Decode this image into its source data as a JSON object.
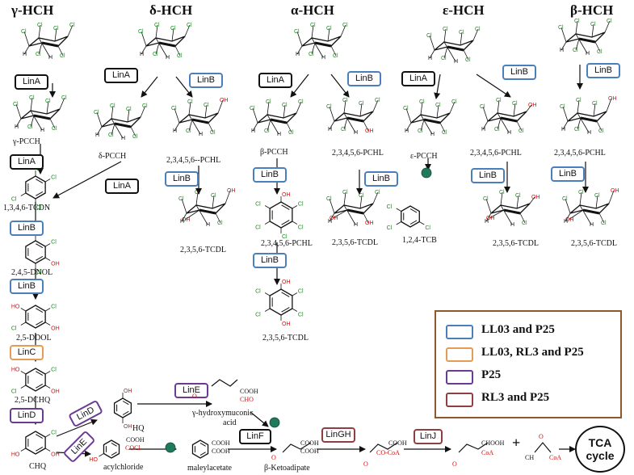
{
  "isomers": {
    "gamma": "γ-HCH",
    "delta": "δ-HCH",
    "alpha": "α-HCH",
    "epsilon": "ε-HCH",
    "beta": "β-HCH"
  },
  "enzymes": {
    "linA": "LinA",
    "linB": "LinB",
    "linC": "LinC",
    "linD": "LinD",
    "linE": "LinE",
    "linF": "LinF",
    "linGH": "LinGH",
    "linJ": "LinJ"
  },
  "compounds": {
    "gamma_pcch": "γ-PCCH",
    "delta_pcch": "δ-PCCH",
    "beta_pcch": "β-PCCH",
    "epsilon_pcch": "ε-PCCH",
    "tcdn": "1,3,4,6-TCDN",
    "dnol": "2,4,5-DNOL",
    "ddol": "2,5-DDOL",
    "dchq": "2,5-DCHQ",
    "chq": "CHQ",
    "hq": "HQ",
    "pchl_delta": "2,3,4,5,6--PCHL",
    "pchl": "2,3,4,5,6-PCHL",
    "tcdl": "2,3,5,6-TCDL",
    "tcb": "1,2,4-TCB",
    "gamma_hydroxy_1": "γ-hydroxymuconic",
    "gamma_hydroxy_2": "acid",
    "acylchloride": "acylchloride",
    "maleylacetate": "maleylacetate",
    "ketoadipate": "β-Ketoadipate",
    "tca_1": "TCA",
    "tca_2": "cycle",
    "cooh": "COOH",
    "cocl": "COCl",
    "cho": "CHO",
    "o": "O",
    "coa": "CO-CoA",
    "coa_short": "CoA",
    "choooh": "CHOOH",
    "ch3": "CH",
    "plus": "+",
    "oh": "OH",
    "ho": "HO",
    "cl": "Cl",
    "h": "H"
  },
  "legend": [
    {
      "label": "LL03 and P25",
      "color": "#4a7fbd"
    },
    {
      "label": "LL03, RL3 and P25",
      "color": "#e69b55"
    },
    {
      "label": "P25",
      "color": "#6a3a94"
    },
    {
      "label": "RL3 and P25",
      "color": "#8e3f3f"
    }
  ],
  "colors": {
    "blue": "#4a7fbd",
    "orange": "#e69b55",
    "purple": "#6a3a94",
    "red": "#8e3f3f",
    "hydroxyl": "#cc1111",
    "chlorine": "#1a8a1a",
    "node": "#1f7a5a"
  }
}
